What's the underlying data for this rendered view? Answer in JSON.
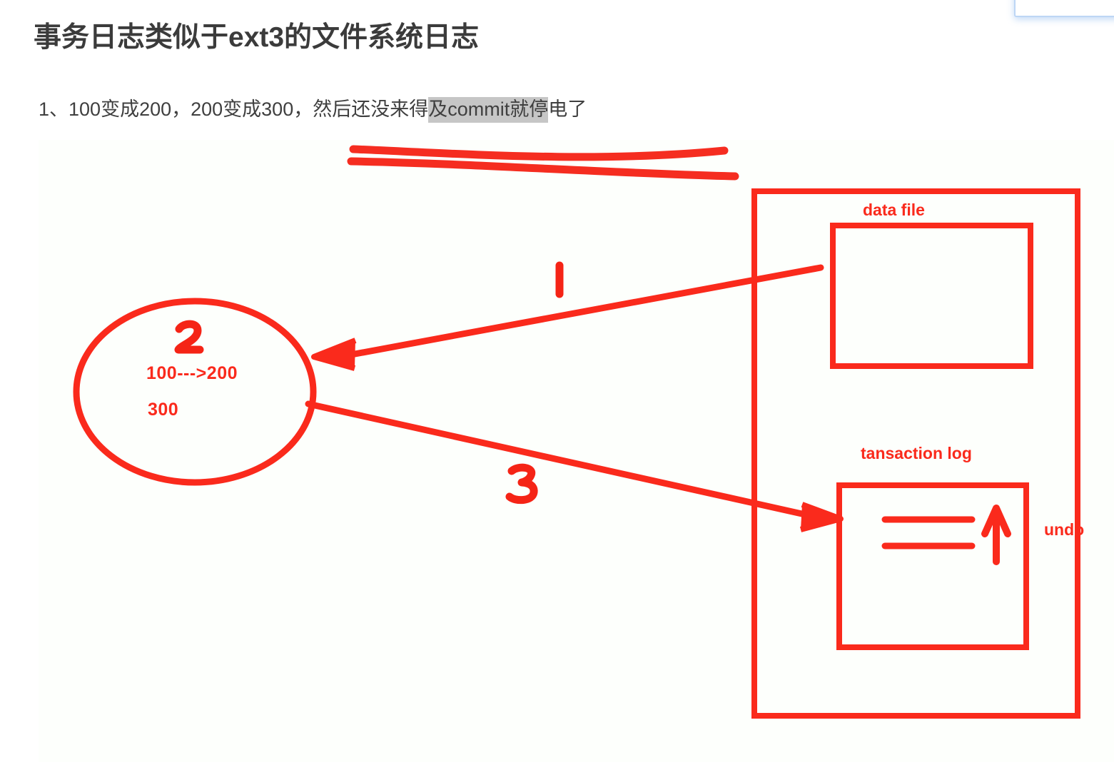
{
  "page": {
    "title": "事务日志类似于ext3的文件系统日志",
    "subtitle": {
      "before": "1、100变成200，200变成300，然后还没来得",
      "selected": "及commit就停",
      "after": "电了"
    }
  },
  "colors": {
    "annotation_red": "#fa2a1c",
    "title_gray": "#3b3b3b",
    "selection_gray": "#c6c6c6",
    "popup_blue_border": "#bdd6f5",
    "canvas_white": "#fdfffc"
  },
  "diagram": {
    "ellipse": {
      "step_number": "2",
      "line1": "100--->200",
      "line2": "300"
    },
    "arrows": [
      {
        "number": "1",
        "from": "data-file-box",
        "to": "ellipse",
        "direction": "left"
      },
      {
        "number": "3",
        "from": "ellipse",
        "to": "transaction-log-box",
        "direction": "right"
      }
    ],
    "data_file": {
      "label": "data file"
    },
    "transaction_log": {
      "label": "tansaction log",
      "entries": 2,
      "arrow": "up"
    },
    "undo_label": "undo",
    "strikethrough_strokes": 2
  }
}
